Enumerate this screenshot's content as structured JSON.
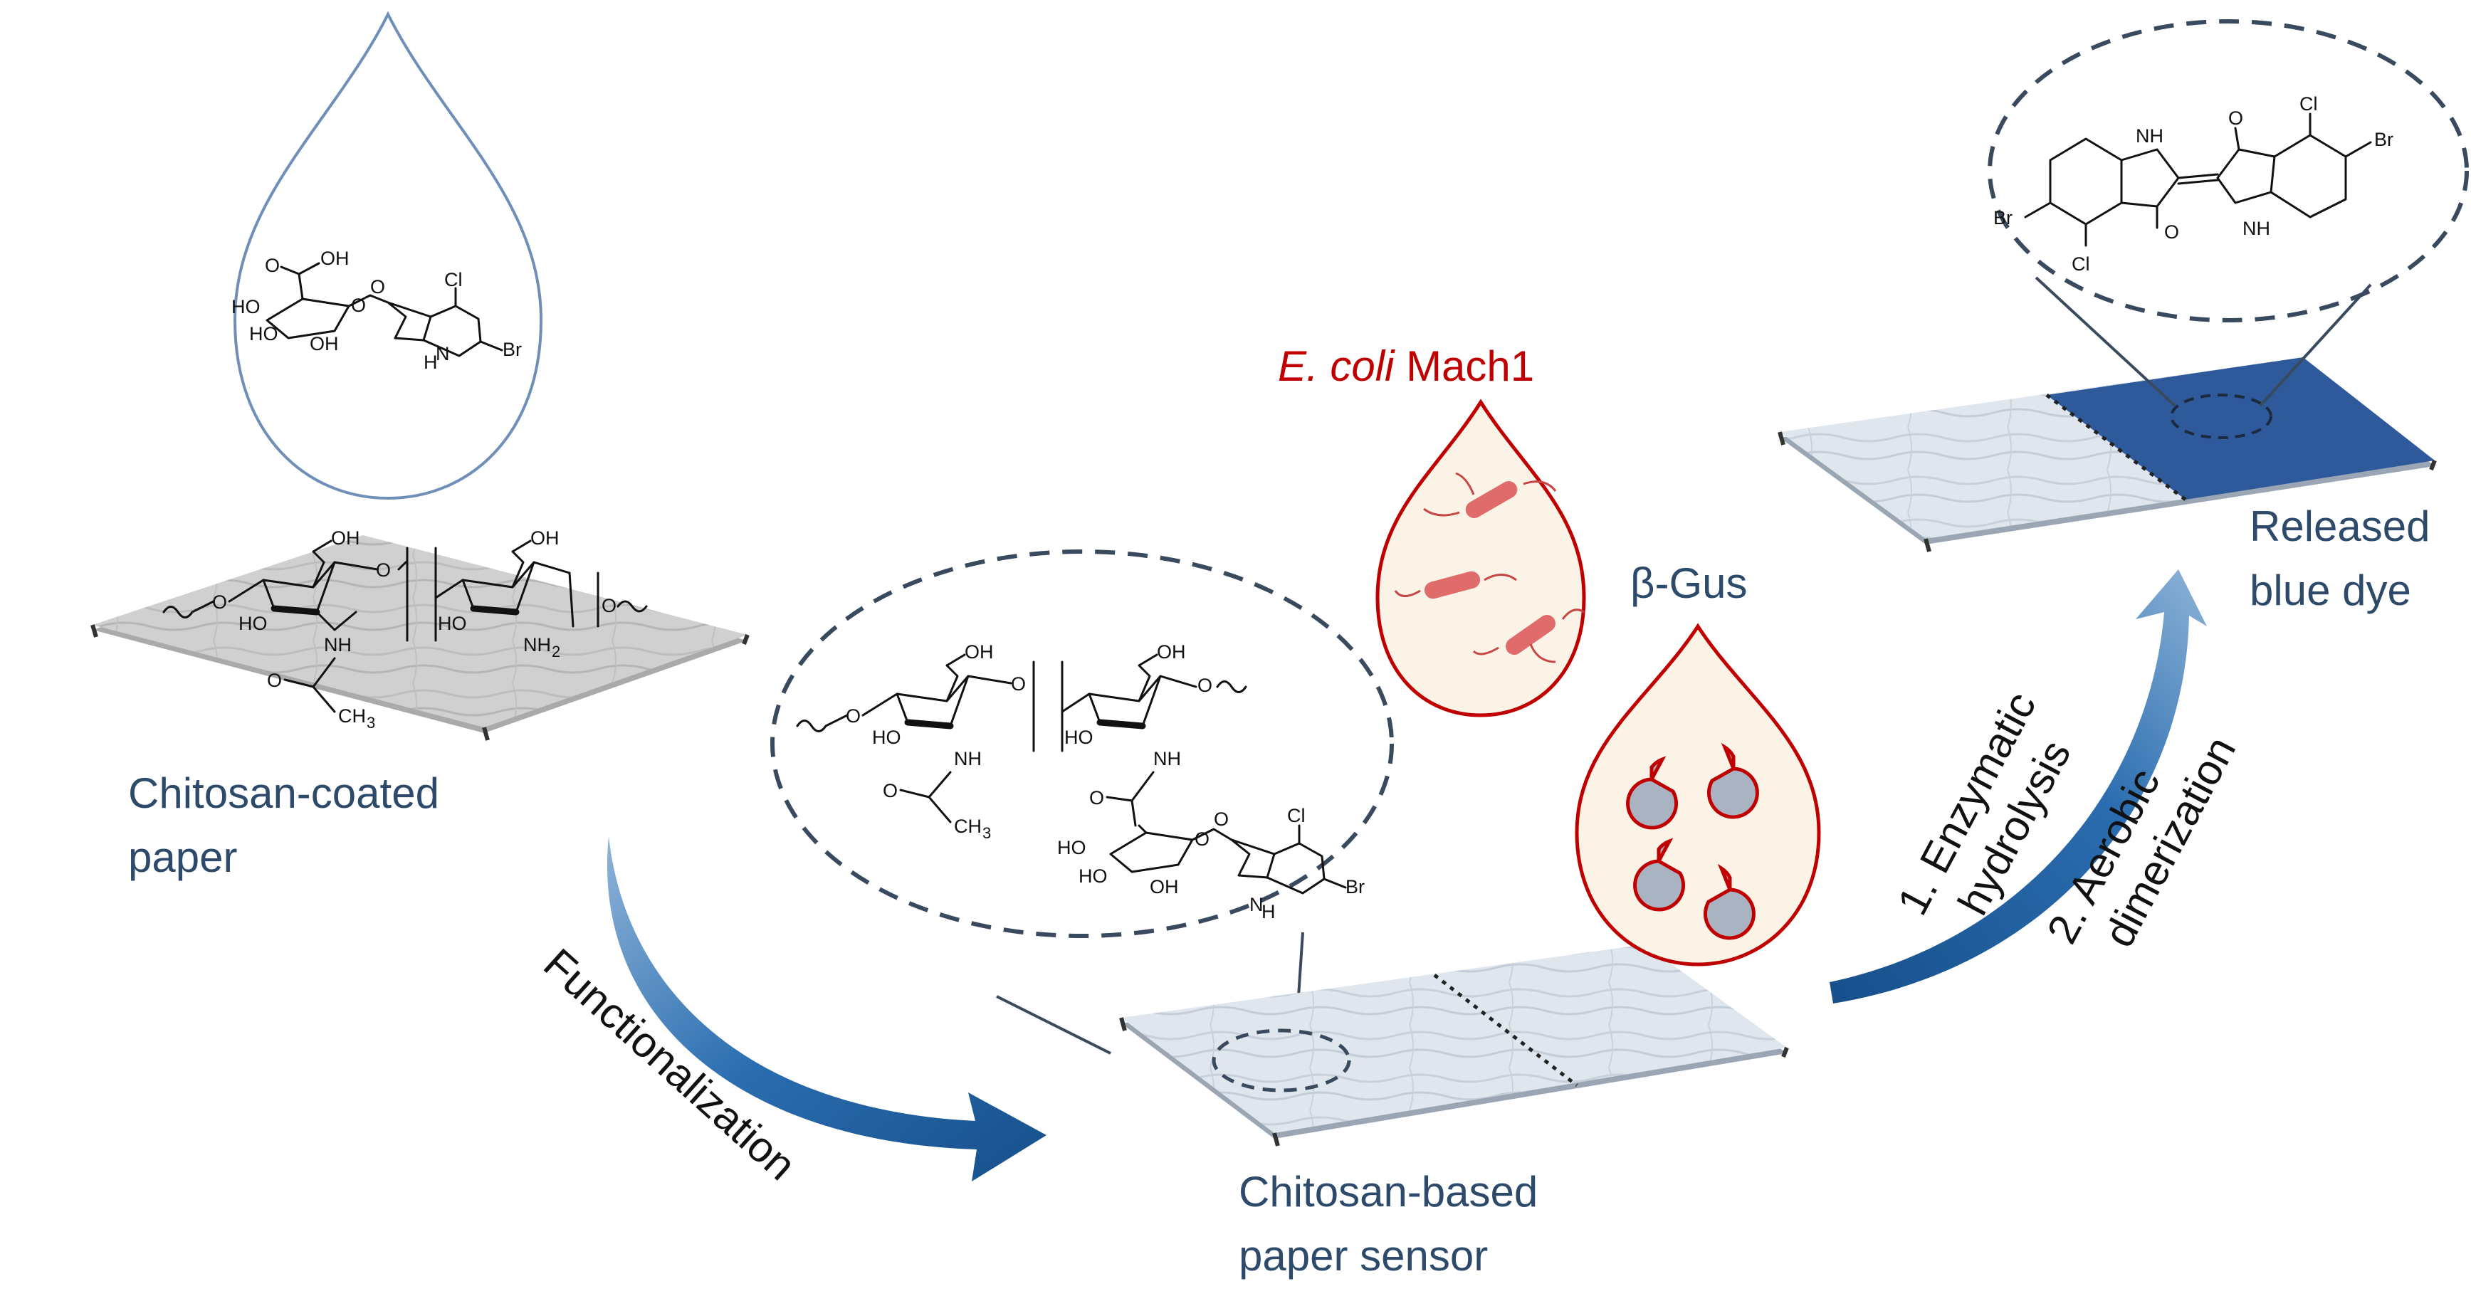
{
  "labels": {
    "chitosan_coated_paper_line1": "Chitosan-coated",
    "chitosan_coated_paper_line2": "paper",
    "functionalization": "Functionalization",
    "sensor_line1": "Chitosan-based",
    "sensor_line2": "paper sensor",
    "ecoli_italic": "E. coli",
    "ecoli_strain": "Mach1",
    "beta_gus": "β-Gus",
    "step_1a": "1. Enzymatic",
    "step_1b": "hydrolysis",
    "step_2a": "2. Aerobic",
    "step_2b": "dimerization",
    "released_line1": "Released",
    "released_line2": "blue dye"
  },
  "chem_atoms": {
    "oh": "OH",
    "ho": "HO",
    "o": "O",
    "nh": "NH",
    "nh2": "NH",
    "nh2_sub": "2",
    "ch3": "CH",
    "ch3_sub": "3",
    "cl": "Cl",
    "br": "Br",
    "h": "H",
    "n": "N"
  },
  "colors": {
    "label_blue": "#2e4a6b",
    "ecoli_red": "#c00000",
    "arrow_blue": "#1f5fa0",
    "blue_dye": "#2e5a9c",
    "paper_gray": "#cfcfcf",
    "sensor_light": "#dfe6ee",
    "dashed": "#3a4a5e"
  }
}
